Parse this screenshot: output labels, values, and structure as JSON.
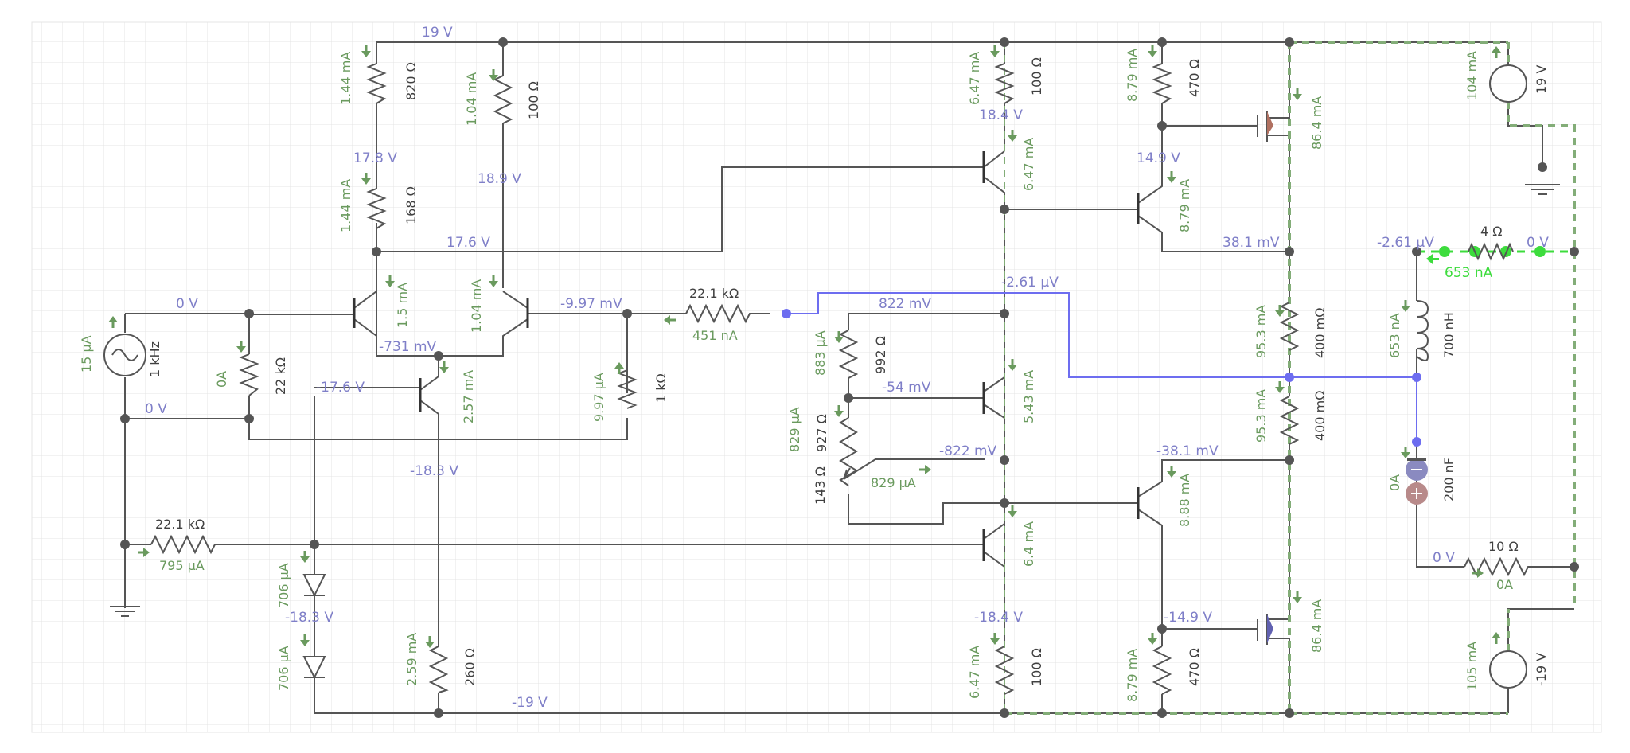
{
  "colors": {
    "wire": "#555555",
    "grid": "#e4e4e4",
    "voltage_text": "#7f7fc8",
    "current_text": "#6a9a5e",
    "component_text": "#404040",
    "highlight_wire": "#6d6df0",
    "current_flow": "#83ad78",
    "highlight_current": "#3ddc3d"
  },
  "voltages": [
    "19 V",
    "17.8 V",
    "17.6 V",
    "18.9 V",
    "0 V",
    "0 V",
    "-731 mV",
    "-17.6 V",
    "-18.3 V",
    "-18.3 V",
    "-9.97 mV",
    "-19 V",
    "18.4 V",
    "822 mV",
    "-54 mV",
    "-822 mV",
    "-18.4 V",
    "14.9 V",
    "38.1 mV",
    "-2.61 µV",
    "-38.1 mV",
    "-14.9 V",
    "-2.61 µV",
    "0 V",
    "0 V"
  ],
  "currents": [
    "1.44 mA",
    "1.44 mA",
    "1.04 mA",
    "1.5 mA",
    "1.04 mA",
    "2.57 mA",
    "0A",
    "15 µA",
    "795 µA",
    "706 µA",
    "706 µA",
    "2.59 mA",
    "9.97 µA",
    "451 nA",
    "6.47 mA",
    "6.47 mA",
    "883 µA",
    "829 µA",
    "829 µA",
    "5.43 mA",
    "6.4 mA",
    "6.47 mA",
    "8.79 mA",
    "8.79 mA",
    "8.88 mA",
    "8.79 mA",
    "86.4 mA",
    "86.4 mA",
    "95.3 mA",
    "95.3 mA",
    "104 mA",
    "105 mA",
    "653 nA",
    "653 nA",
    "0A",
    "0A"
  ],
  "components": [
    "820 Ω",
    "168 Ω",
    "100 Ω",
    "22 kΩ",
    "1 kHz",
    "22.1 kΩ",
    "22.1 kΩ",
    "260 Ω",
    "1 kΩ",
    "100 Ω",
    "992 Ω",
    "927 Ω",
    "143 Ω",
    "100 Ω",
    "470 Ω",
    "470 Ω",
    "400 mΩ",
    "400 mΩ",
    "19 V",
    "-19 V",
    "4 Ω",
    "700 nH",
    "200 nF",
    "10 Ω"
  ]
}
